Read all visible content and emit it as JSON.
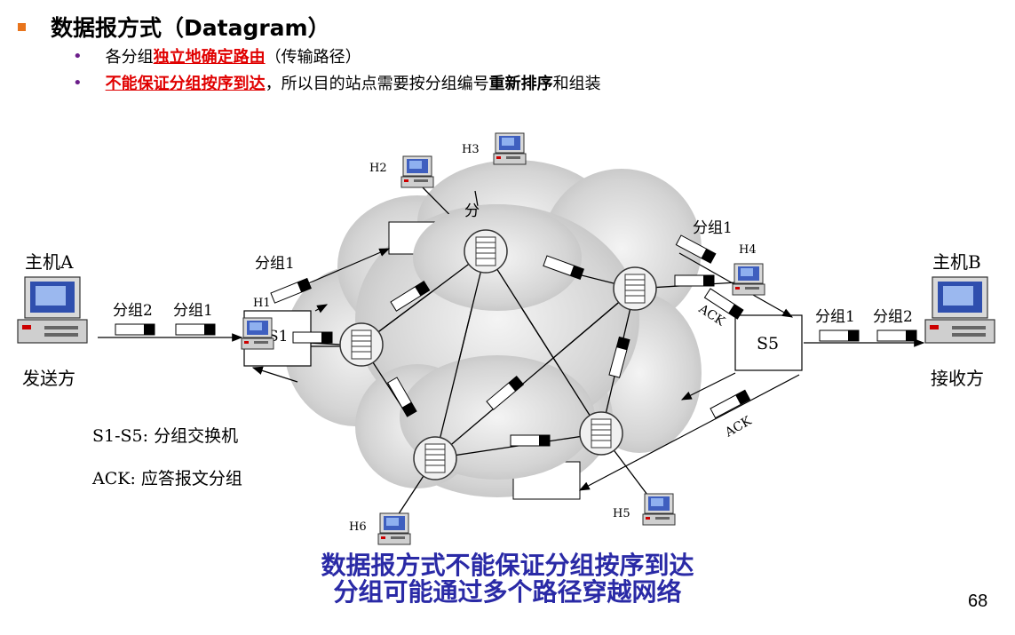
{
  "heading": {
    "icon": "orange-square-bullet-icon",
    "title": "数据报方式（Datagram）"
  },
  "bullets": [
    {
      "prefix": "各分组",
      "highlight": "独立地确定路由",
      "suffix": "（传输路径）",
      "extra": "",
      "tail": ""
    },
    {
      "prefix": "",
      "highlight": "不能保证分组按序到达",
      "suffix": "，所以目的站点需要按分组编号",
      "extra": "重新排序",
      "tail": "和组装"
    }
  ],
  "diagram": {
    "host_a": "主机A",
    "host_b": "主机B",
    "sender": "发送方",
    "receiver": "接收方",
    "hosts": [
      "H1",
      "H2",
      "H3",
      "H4",
      "H5",
      "H6"
    ],
    "switch_labels": [
      "S1",
      "S5"
    ],
    "packet1": "分组1",
    "packet2": "分组2",
    "ack": "ACK",
    "legend_switch": "S1-S5: 分组交换机",
    "legend_ack": "ACK: 应答报文分组",
    "partial_label": "分"
  },
  "bottom": {
    "line1": "数据报方式不能保证分组按序到达",
    "line2": "分组可能通过多个路径穿越网络"
  },
  "slide_number": "68",
  "colors": {
    "heading_bullet": "#e8741c",
    "highlight": "#e00000",
    "bottom_text": "#2a2aa6",
    "sub_bullet": "#6b1e8a"
  }
}
